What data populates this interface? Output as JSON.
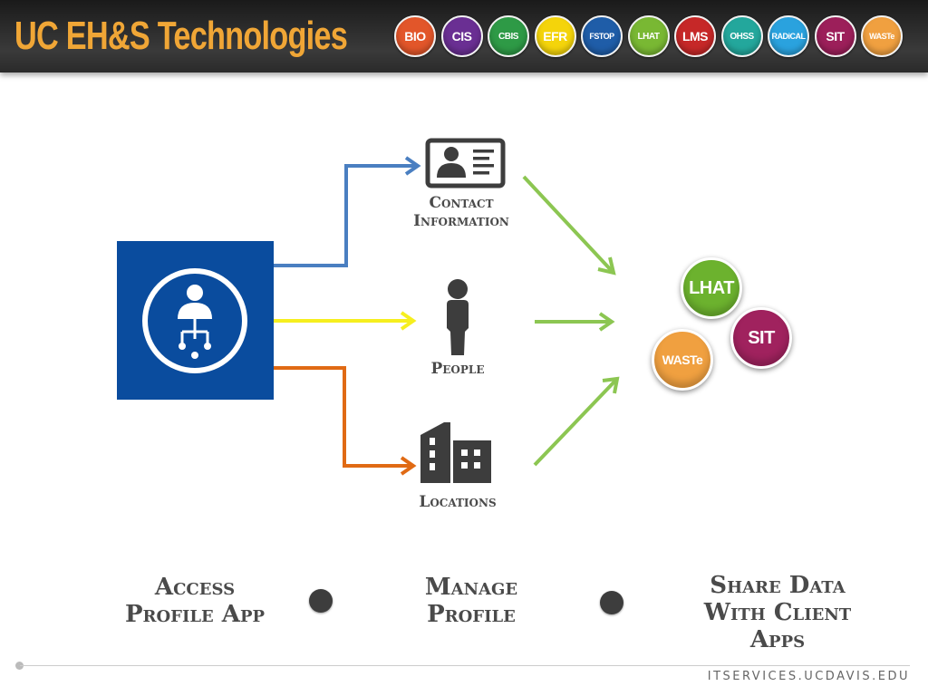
{
  "header": {
    "title": "UC EH&S Technologies",
    "badges": [
      {
        "label": "BIO",
        "color": "#e2562a"
      },
      {
        "label": "CIS",
        "color": "#6a2f93"
      },
      {
        "label": "CBIS",
        "color": "#2e9a46"
      },
      {
        "label": "EFR",
        "color": "#f4d40b"
      },
      {
        "label": "FSTOP",
        "color": "#1f5da8"
      },
      {
        "label": "LHAT",
        "color": "#79b833"
      },
      {
        "label": "LMS",
        "color": "#c62828"
      },
      {
        "label": "OHSS",
        "color": "#23a79c"
      },
      {
        "label": "RADiCAL",
        "color": "#2aa2de"
      },
      {
        "label": "SIT",
        "color": "#9c1f5a"
      },
      {
        "label": "WASTe",
        "color": "#f0a040"
      }
    ]
  },
  "diagram": {
    "nodes": {
      "contact": "Contact\nInformation",
      "people": "People",
      "locations": "Locations"
    },
    "clients": [
      {
        "label": "LHAT",
        "color": "#6cb22e"
      },
      {
        "label": "SIT",
        "color": "#a0225e"
      },
      {
        "label": "WASTe",
        "color": "#f0a040"
      }
    ],
    "colors": {
      "app_tile": "#0a4c9e",
      "arrow_contact": "#4a7fc1",
      "arrow_people": "#f6ef1f",
      "arrow_locations": "#e06a14",
      "arrow_share": "#8cc652",
      "icon": "#3d3d3d"
    }
  },
  "steps": [
    {
      "label": "Access\nProfile App"
    },
    {
      "label": "Manage\nProfile"
    },
    {
      "label": "Share Data\nWith Client\nApps"
    }
  ],
  "footer": {
    "url": "ITSERVICES.UCDAVIS.EDU"
  }
}
